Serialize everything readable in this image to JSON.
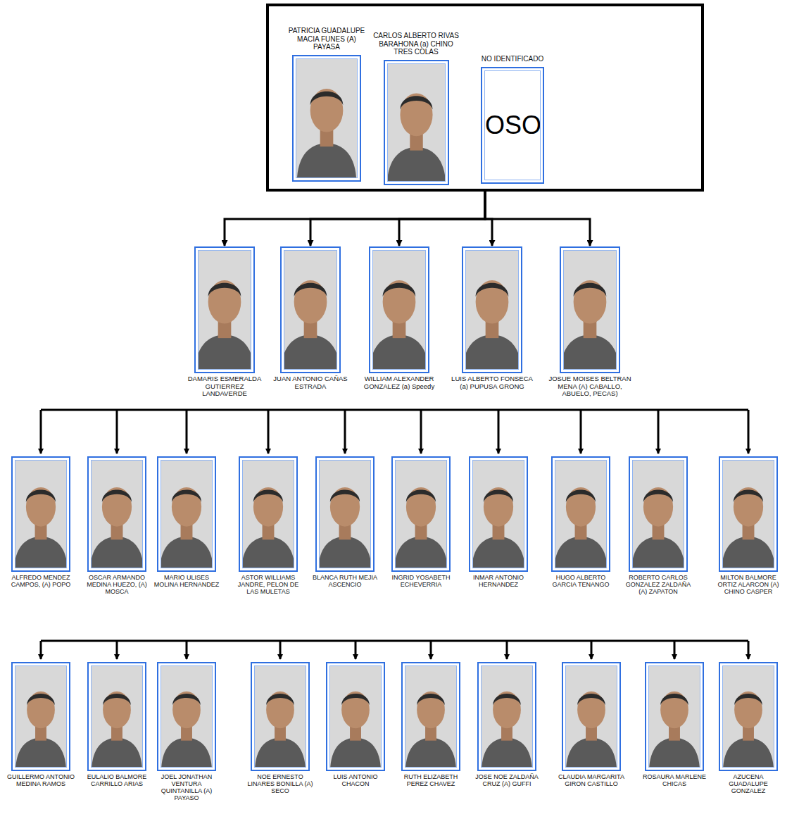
{
  "diagram": {
    "nodes": [
      {
        "text": []
      },
      {
        "text": [
          "PATRICIA GUADALUPE MACIA FUNES (A) PAYASA"
        ],
        "in": 0
      },
      {
        "text": [
          "CARLOS ALBERTO RIVAS BARAHONA (a) CHINO TRES COLAS"
        ],
        "in": 0
      },
      {
        "text": [
          "NO IDENTIFICADO",
          "OSO"
        ],
        "in": 0
      },
      {
        "text": [
          "DAMARIS ESMERALDA GUTIERREZ LANDAVERDE"
        ]
      },
      {
        "text": [
          "JUAN ANTONIO CAÑAS ESTRADA"
        ]
      },
      {
        "text": [
          "WILLIAM ALEXANDER GONZALEZ (a) Speedy"
        ]
      },
      {
        "text": [
          "LUIS ALBERTO FONSECA (a) PUPUSA GRONG"
        ]
      },
      {
        "text": [
          "JOSUE MOISES BELTRAN MENA (A) CABALLO, ABUELO, PECAS)"
        ]
      },
      {
        "text": [
          "ALFREDO MENDEZ CAMPOS, (A) POPO"
        ]
      },
      {
        "text": [
          "OSCAR ARMANDO MEDINA HUEZO, (A) MOSCA"
        ]
      },
      {
        "text": [
          "MARIO ULISES MOLINA HERNANDEZ"
        ]
      },
      {
        "text": [
          "ASTOR WILLIAMS JANDRE, PELON DE LAS MULETAS"
        ]
      },
      {
        "text": [
          "BLANCA RUTH MEJIA ASCENCIO"
        ]
      },
      {
        "text": [
          "INGRID YOSABETH ECHEVERRIA"
        ]
      },
      {
        "text": [
          "INMAR ANTONIO HERNANDEZ"
        ]
      },
      {
        "text": [
          "HUGO ALBERTO GARCIA TENANGO"
        ]
      },
      {
        "text": [
          "ROBERTO CARLOS GONZALEZ ZALDAÑA (A) ZAPATON"
        ]
      },
      {
        "text": [
          "MILTON BALMORE ORTIZ ALARCON (A) CHINO CASPER"
        ]
      },
      {
        "text": [
          "GUILLERMO ANTONIO MEDINA RAMOS"
        ]
      },
      {
        "text": [
          "EULALIO BALMORE CARRILLO ARIAS"
        ]
      },
      {
        "text": [
          "JOEL JONATHAN VENTURA QUINTANILLA (A) PAYASO"
        ]
      },
      {
        "text": [
          "NOE ERNESTO LINARES BONILLA (A) SECO"
        ]
      },
      {
        "text": [
          "LUIS ANTONIO CHACON"
        ]
      },
      {
        "text": [
          "RUTH ELIZABETH PEREZ CHAVEZ"
        ]
      },
      {
        "text": [
          "JOSE NOE ZALDAÑA CRUZ (A) GUFFI"
        ]
      },
      {
        "text": [
          "CLAUDIA MARGARITA GIRON CASTILLO"
        ]
      },
      {
        "text": [
          "ROSAURA MARLENE CHICAS"
        ]
      },
      {
        "text": [
          "AZUCENA GUADALUPE GONZALEZ"
        ]
      }
    ],
    "edges": [
      {
        "from": 0,
        "to": 4,
        "arrow": "to"
      },
      {
        "from": 0,
        "to": 5,
        "arrow": "to"
      },
      {
        "from": 0,
        "to": 6,
        "arrow": "to"
      },
      {
        "from": 0,
        "to": 7,
        "arrow": "to"
      },
      {
        "from": 0,
        "to": 8,
        "arrow": "to"
      }
    ]
  }
}
